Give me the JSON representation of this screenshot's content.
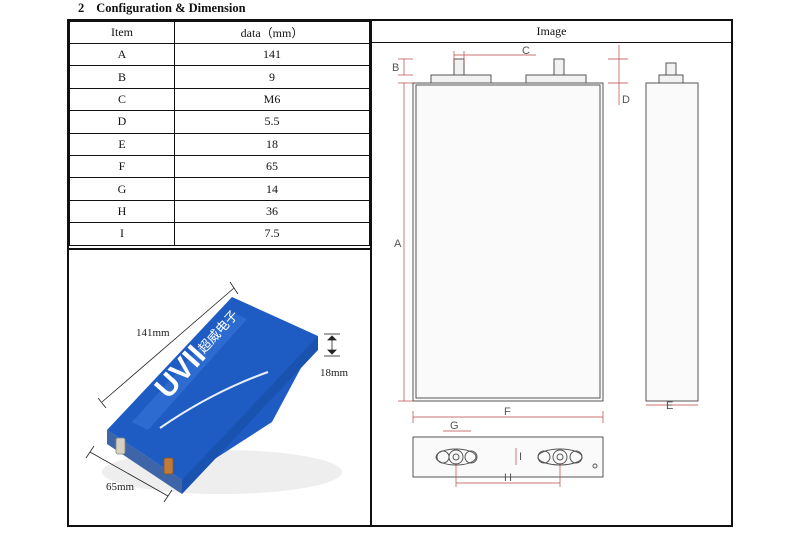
{
  "section": {
    "number": "2",
    "title": "Configuration & Dimension"
  },
  "table": {
    "headers": {
      "item": "Item",
      "data": "data（mm）",
      "image": "Image"
    },
    "rows": [
      {
        "item": "A",
        "value": "141"
      },
      {
        "item": "B",
        "value": "9"
      },
      {
        "item": "C",
        "value": "M6"
      },
      {
        "item": "D",
        "value": "5.5"
      },
      {
        "item": "E",
        "value": "18"
      },
      {
        "item": "F",
        "value": "65"
      },
      {
        "item": "G",
        "value": "14"
      },
      {
        "item": "H",
        "value": "36"
      },
      {
        "item": "I",
        "value": "7.5"
      }
    ]
  },
  "drawing_labels": {
    "A": "A",
    "B": "B",
    "C": "C",
    "D": "D",
    "E": "E",
    "F": "F",
    "G": "G",
    "H": "H",
    "I": "I"
  },
  "photo": {
    "length_label": "141mm",
    "thickness_label": "18mm",
    "width_label": "65mm",
    "brand_text": "UVII",
    "chinese_text": "超威电子",
    "body_color": "#1e5cc4"
  }
}
